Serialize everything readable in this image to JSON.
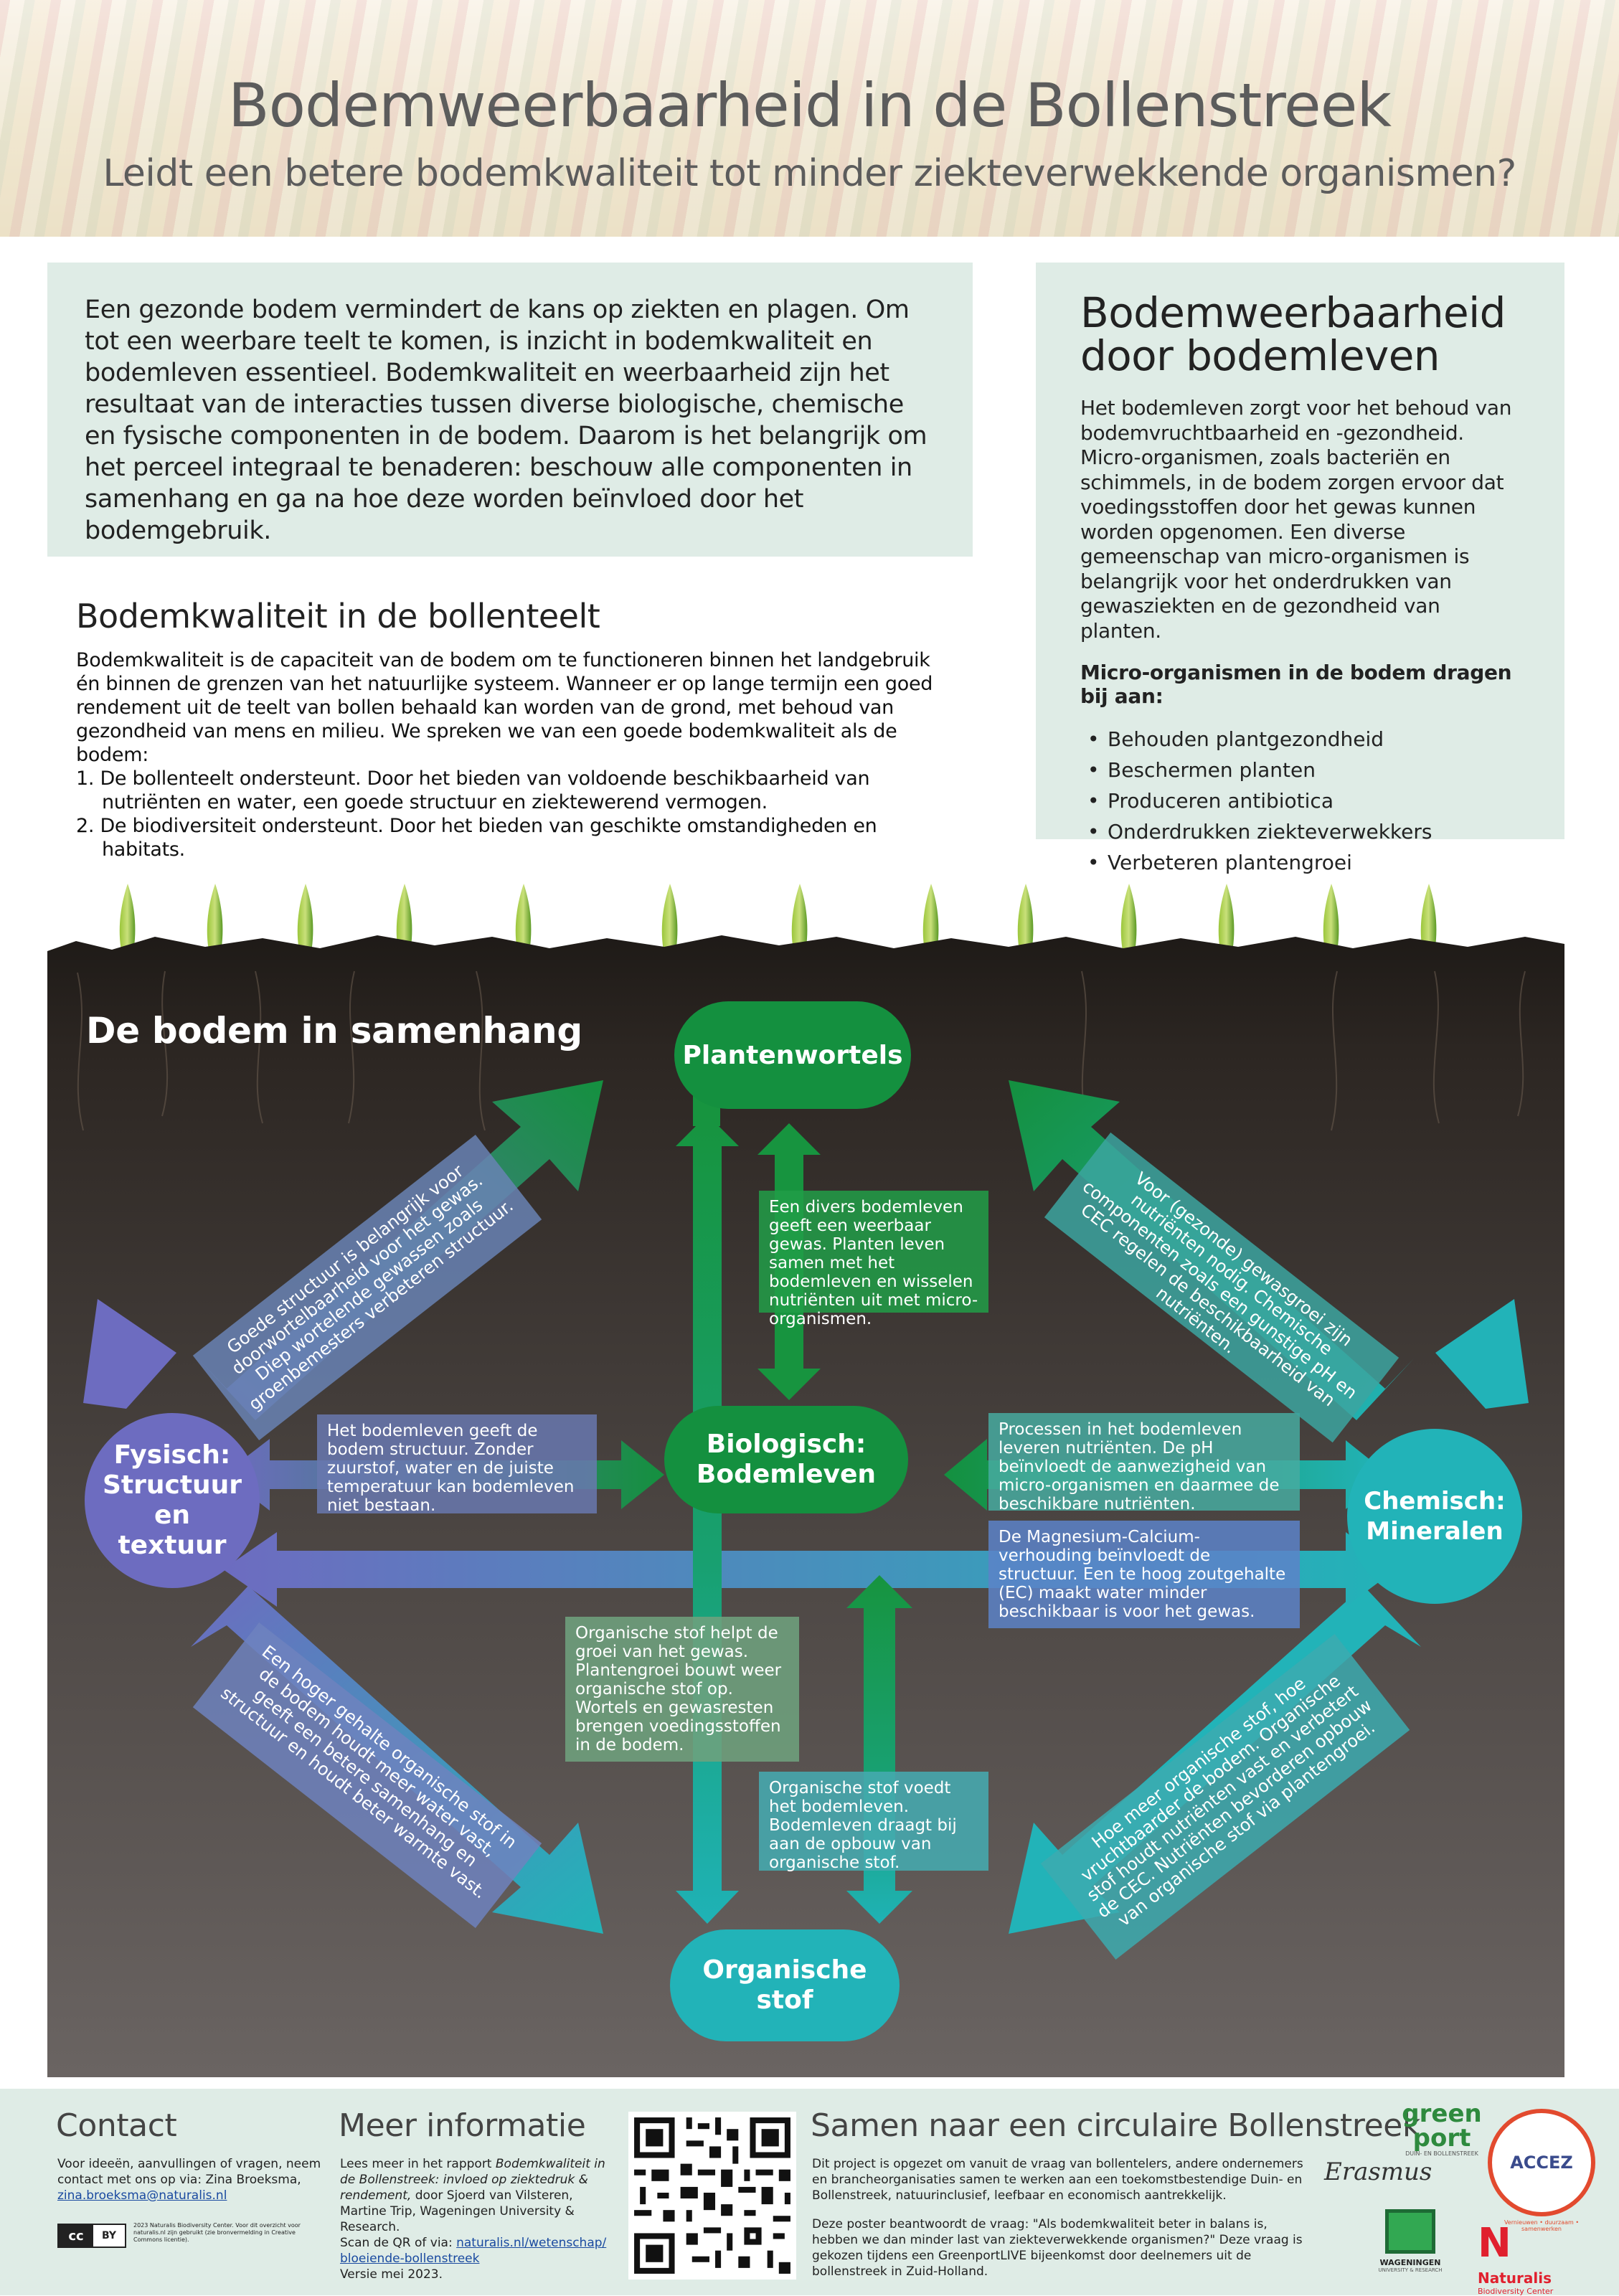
{
  "header": {
    "title": "Bodemweerbaarheid in de Bollenstreek",
    "subtitle": "Leidt een betere bodemkwaliteit tot minder ziekteverwekkende organismen?"
  },
  "intro": {
    "text": "Een gezonde bodem vermindert de kans op ziekten en plagen. Om tot een weerbare teelt te komen, is inzicht in bodemkwaliteit en bodemleven essentieel. Bodemkwaliteit en weerbaarheid zijn het resultaat van de interacties tussen diverse biologische, chemische en fysische componenten in de bodem. Daarom is het belangrijk om het perceel integraal te benaderen: beschouw alle componenten in samenhang en ga na hoe deze worden beïnvloed door het bodemgebruik."
  },
  "bodemkwaliteit": {
    "title": "Bodemkwaliteit in de bollenteelt",
    "text": "Bodemkwaliteit is de capaciteit van de bodem om te functioneren binnen het landgebruik én binnen de grenzen van het natuurlijke systeem. Wanneer er op lange termijn een goed rendement uit de teelt van bollen behaald kan worden van de grond, met behoud van gezondheid van mens en milieu. We spreken we van een goede bodemkwaliteit als de bodem:",
    "item1": "1. De bollenteelt ondersteunt. Door het bieden van voldoende beschikbaarheid van nutriënten en water, een goede structuur en ziektewerend vermogen.",
    "item2": "2. De biodiversiteit ondersteunt. Door het bieden van geschikte omstandigheden en habitats."
  },
  "bodemleven": {
    "title": "Bodemweerbaarheid door bodemleven",
    "text": "Het bodemleven zorgt voor het behoud van bodemvruchtbaarheid en -gezondheid. Micro-organismen, zoals bacteriën en schimmels, in de bodem zorgen ervoor dat voedingsstoffen door het gewas kunnen worden opgenomen. Een diverse gemeenschap van micro-organismen is belangrijk voor het onderdrukken van gewasziekten en de gezondheid van planten.",
    "list_title": "Micro-organismen in de bodem dragen bij aan:",
    "items": [
      "Behouden plantgezondheid",
      "Beschermen planten",
      "Produceren antibiotica",
      "Onderdrukken ziekteverwekkers",
      "Verbeteren plantengroei"
    ]
  },
  "diagram": {
    "title": "De bodem in samenhang",
    "nodes": {
      "plantenwortels": "Plantenwortels",
      "biologisch": "Biologisch: Bodemleven",
      "fysisch": "Fysisch: Structuur en textuur",
      "chemisch": "Chemisch: Mineralen",
      "organisch": "Organische stof"
    },
    "notes": {
      "top_center": "Een divers bodemleven geeft een weerbaar gewas. Planten leven samen met het bodemleven en wisselen nutriënten uit met micro-organismen.",
      "left_middle": "Het bodemleven geeft de bodem structuur. Zonder zuurstof, water en de juiste temperatuur kan bodemleven niet bestaan.",
      "right_middle_1": "Processen in het bodemleven leveren nutriënten. De pH beïnvloedt de aanwezigheid van micro-organismen en daarmee de beschikbare nutriënten.",
      "right_middle_2": "De Magnesium-Calcium-verhouding beïnvloedt de structuur. Een te hoog zoutgehalte (EC) maakt water minder beschikbaar is voor het gewas.",
      "bottom_left_center": "Organische stof helpt de groei van het gewas. Plantengroei bouwt weer organische stof op. Wortels en gewasresten brengen voedingsstoffen in de bodem.",
      "bottom_right_center": "Organische stof voedt het bodemleven. Bodemleven draagt bij aan de opbouw van organische stof.",
      "diag_top_left": "Goede structuur is belangrijk voor doorwortelbaarheid voor het gewas. Diep wortelende gewassen zoals groenbemesters verbeteren structuur.",
      "diag_top_right": "Voor (gezonde) gewasgroei zijn nutriënten nodig. Chemische componenten zoals een gunstige pH en CEC regelen de beschikbaarheid van nutriënten.",
      "diag_bottom_left": "Een hoger gehalte organische stof in de bodem houdt meer water vast, geeft een betere samenhang en structuur en houdt beter warmte vast.",
      "diag_bottom_right": "Hoe meer organische stof, hoe vruchtbaarder de bodem. Organische stof houdt nutriënten vast en verbetert de CEC. Nutriënten bevorderen opbouw van organische stof via plantengroei."
    }
  },
  "footer": {
    "contact_title": "Contact",
    "contact_text": "Voor ideeën, aanvullingen of vragen, neem contact met ons op via:",
    "contact_name": "Zina Broeksma,",
    "contact_email": "zina.broeksma@naturalis.nl",
    "license_small": "2023 Naturalis Biodiversity Center. Voor dit overzicht voor naturalis.nl zijn gebruikt (zie bronvermelding in Creative Commons licentie).",
    "meer_title": "Meer informatie",
    "meer_text1": "Lees meer in het rapport",
    "meer_report": "Bodemkwaliteit in de Bollenstreek: invloed op ziektedruk & rendement,",
    "meer_text2": "door Sjoerd van Vilsteren, Martine Trip, Wageningen University & Research.",
    "meer_scan": "Scan de QR of via:",
    "meer_link1": "naturalis.nl/wetenschap/",
    "meer_link2": "bloeiende-bollenstreek",
    "meer_version": "Versie mei 2023.",
    "samen_title": "Samen naar een circulaire Bollenstreek",
    "samen_text1": "Dit project is opgezet om vanuit de vraag van bollentelers, andere ondernemers en brancheorganisaties samen te werken aan een toekomstbestendige Duin- en Bollenstreek, natuurinclusief, leefbaar en economisch aantrekkelijk.",
    "samen_text2": "Deze poster beantwoordt de vraag: \"Als bodemkwaliteit beter in balans is, hebben we dan minder last van ziekteverwekkende organismen?\" Deze vraag is gekozen tijdens een GreenportLIVE bijeenkomst door deelnemers uit de bollenstreek in Zuid-Holland.",
    "logo_greenport": "green port",
    "logo_greenport_sub": "DUIN- EN BOLLENSTREEK",
    "logo_erasmus": "Erasmus",
    "logo_accez": "ACCEZ",
    "logo_accez_ring": "Vernieuwen • duurzaam • samenwerken",
    "logo_wur": "WAGENINGEN",
    "logo_wur_sub": "UNIVERSITY & RESEARCH",
    "logo_naturalis": "Naturalis",
    "logo_naturalis_sub": "Biodiversity Center",
    "cc_label": "cc",
    "cc_by": "BY"
  },
  "colors": {
    "green": "#13903f",
    "teal": "#1fb0b8",
    "purple": "#6d6cc0",
    "panel": "#dfece6",
    "soil": "#3a3330"
  }
}
